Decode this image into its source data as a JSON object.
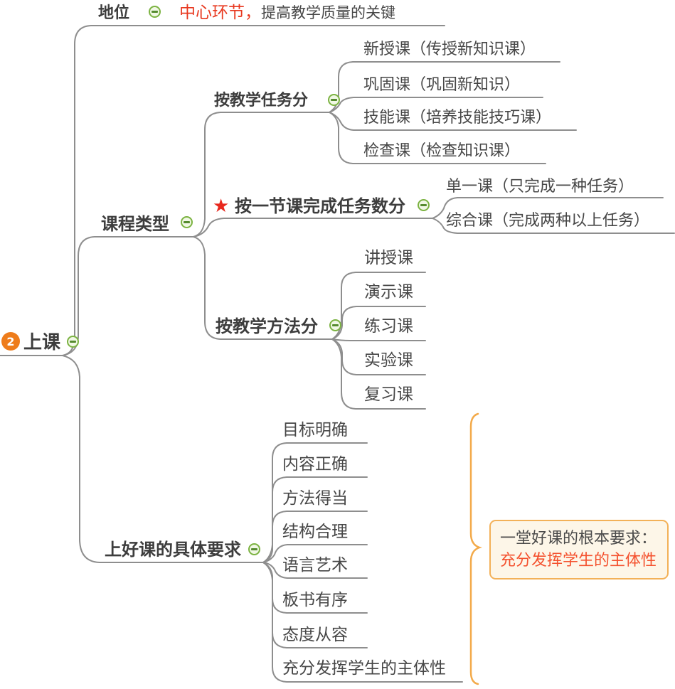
{
  "root": {
    "badge": "2",
    "label": "上课"
  },
  "branches": {
    "position": {
      "label": "地位",
      "value_highlight": "中心环节，",
      "value_rest": "提高教学质量的关键"
    },
    "course_types": {
      "label": "课程类型",
      "by_task": {
        "label": "按教学任务分",
        "items": [
          "新授课（传授新知识课）",
          "巩固课（巩固新知识）",
          "技能课（培养技能技巧课）",
          "检查课（检查知识课）"
        ]
      },
      "by_task_count": {
        "label": "按一节课完成任务数分",
        "star_icon": "★",
        "items": [
          "单一课（只完成一种任务）",
          "综合课（完成两种以上任务）"
        ]
      },
      "by_method": {
        "label": "按教学方法分",
        "items": [
          "讲授课",
          "演示课",
          "练习课",
          "实验课",
          "复习课"
        ]
      }
    },
    "requirements": {
      "label": "上好课的具体要求",
      "items": [
        "目标明确",
        "内容正确",
        "方法得当",
        "结构合理",
        "语言艺术",
        "板书有序",
        "态度从容",
        "充分发挥学生的主体性"
      ]
    }
  },
  "note": {
    "line1": "一堂好课的根本要求：",
    "line2": "充分发挥学生的主体性"
  },
  "colors": {
    "line_gray": "#8e8e8e",
    "collapse_green": "#7cb342",
    "highlight_red": "#e8381f",
    "badge_orange": "#ee7c1b",
    "note_border_orange": "#f3b158",
    "note_background": "#fdf6e8",
    "note_red": "#f4512e"
  }
}
